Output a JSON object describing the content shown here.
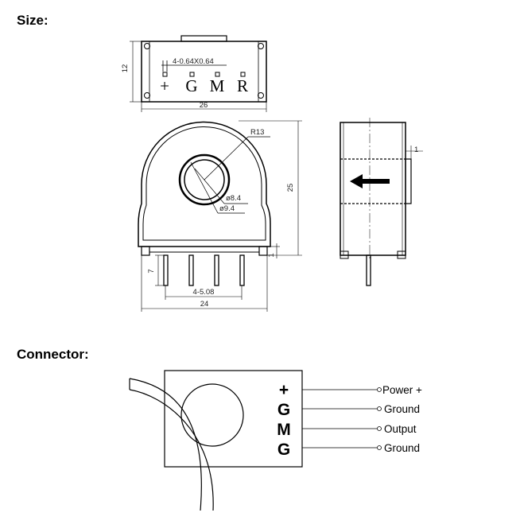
{
  "size_section": {
    "title": "Size:",
    "top_view": {
      "height_dim": "12",
      "width_dim": "26",
      "pin_spec": "4-0.64X0.64",
      "pin_labels": [
        "+",
        "G",
        "M",
        "R"
      ]
    },
    "front_view": {
      "radius_dim": "R13",
      "inner_diameter": "ø8.4",
      "outer_diameter": "ø9.4",
      "height_dim": "25",
      "pin_length_dim": "7",
      "pin_offset_dim": "1",
      "pin_pitch_dim": "4-5.08",
      "width_dim": "24"
    },
    "side_view": {
      "thickness_dim": "1"
    }
  },
  "connector_section": {
    "title": "Connector:",
    "pins": [
      {
        "label": "+",
        "signal": "Power +"
      },
      {
        "label": "G",
        "signal": "Ground"
      },
      {
        "label": "M",
        "signal": "Output"
      },
      {
        "label": "G",
        "signal": "Ground"
      }
    ]
  }
}
